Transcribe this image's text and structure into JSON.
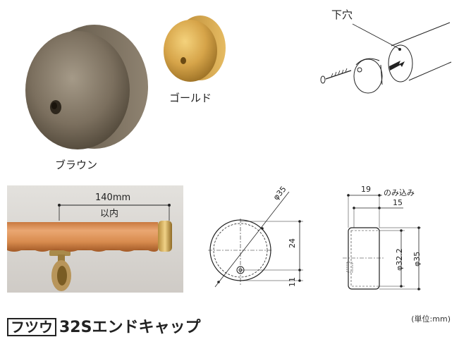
{
  "labels": {
    "brown": "ブラウン",
    "gold": "ゴールド",
    "pilot_hole": "下穴"
  },
  "dimensions": {
    "photo_length": "140mm",
    "photo_length_sub": "以内",
    "front_dia": "φ35",
    "front_24": "24",
    "front_11": "11",
    "side_19": "19",
    "side_nomikomi": "のみ込み",
    "side_15": "15",
    "side_dia_inner": "φ32.2",
    "side_dia_outer": "φ35"
  },
  "title": {
    "badge": "フツウ",
    "text": "32Sエンドキャップ"
  },
  "unit_note": "(単位:mm)",
  "colors": {
    "brown_cap": "#7d7160",
    "gold_cap": "#d3a44a",
    "wood": "#d9935a",
    "line": "#222222"
  },
  "icons": [
    "screw-icon",
    "arrow-icon"
  ]
}
